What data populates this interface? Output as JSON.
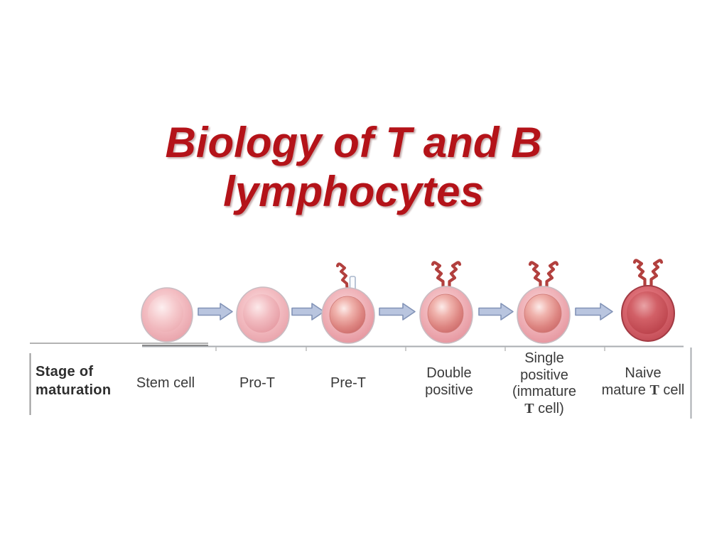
{
  "slide": {
    "title": {
      "line1": "Biology of T and B",
      "line2": "lymphocytes"
    }
  },
  "diagram": {
    "row_label": {
      "line1": "Stage of",
      "line2": "maturation"
    },
    "stages": [
      {
        "id": "stem-cell",
        "lines": [
          "Stem cell"
        ]
      },
      {
        "id": "pro-t",
        "lines": [
          "Pro-T"
        ]
      },
      {
        "id": "pre-t",
        "lines": [
          "Pre-T"
        ]
      },
      {
        "id": "double-positive",
        "lines": [
          "Double",
          "positive"
        ]
      },
      {
        "id": "single-positive",
        "lines": [
          "Single",
          "positive",
          "(immature"
        ],
        "t": "T",
        "t_rest": " cell)"
      },
      {
        "id": "naive-mature-t-cell",
        "lines": [
          "Naive"
        ],
        "pre": "mature ",
        "t": "T",
        "t_rest": " cell"
      }
    ],
    "icons": {
      "cell": "lymphocyte-cell-icon",
      "arrow": "right-arrow-icon",
      "pre_tcr": "pre-tcr-receptor-icon",
      "tcr": "tcr-receptor-icon"
    },
    "colors": {
      "title_red": "#b41319",
      "label_gray": "#3a3a3a",
      "cell_pink_light": "#f3bdc2",
      "cell_pink_mid": "#eba9af",
      "cell_red_dark": "#c44a54",
      "nucleus_salmon": "#d4716f",
      "receptor_red": "#b2403e",
      "arrow_fill": "#b9c5df",
      "arrow_stroke": "#8293b7",
      "line_gray": "#9a9a9a"
    }
  }
}
